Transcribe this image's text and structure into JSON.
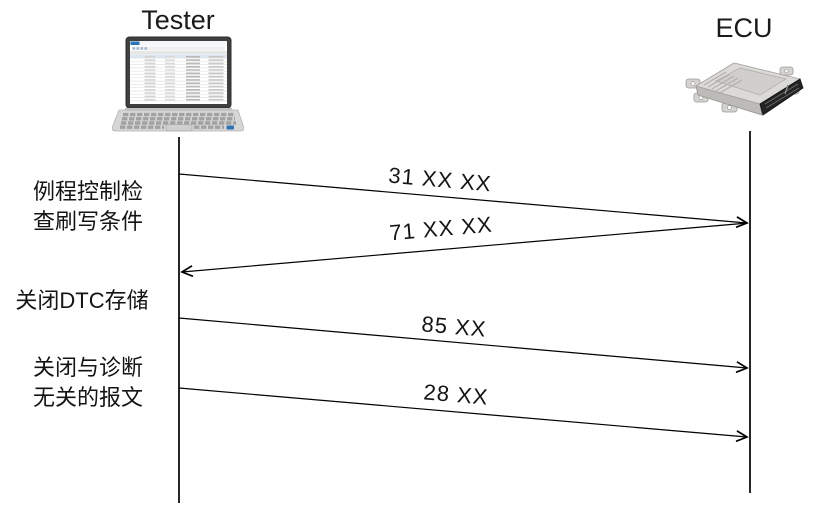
{
  "diagram": {
    "type": "sequence",
    "description": "UDS diagnostic flashing pre-programming sequence between Tester and ECU"
  },
  "actors": [
    {
      "id": "tester",
      "label": "Tester",
      "icon": "laptop-icon"
    },
    {
      "id": "ecu",
      "label": "ECU",
      "icon": "ecu-icon"
    }
  ],
  "steps": [
    {
      "label": "例程控制检\n查刷写条件"
    },
    {
      "label": "关闭DTC存储"
    },
    {
      "label": "关闭与诊断\n无关的报文"
    }
  ],
  "messages": [
    {
      "code": "31 XX XX",
      "from": "Tester",
      "to": "ECU",
      "direction": "request"
    },
    {
      "code": "71 XX XX",
      "from": "ECU",
      "to": "Tester",
      "direction": "response"
    },
    {
      "code": "85 XX",
      "from": "Tester",
      "to": "ECU",
      "direction": "request"
    },
    {
      "code": "28 XX",
      "from": "Tester",
      "to": "ECU",
      "direction": "request"
    }
  ],
  "colors": {
    "line": "#000000",
    "text": "#141414",
    "laptop_accent": "#2e74b5",
    "laptop_body": "#d9d9d9",
    "ecu_metal": "#d8d7d4",
    "ecu_connector": "#222222"
  }
}
